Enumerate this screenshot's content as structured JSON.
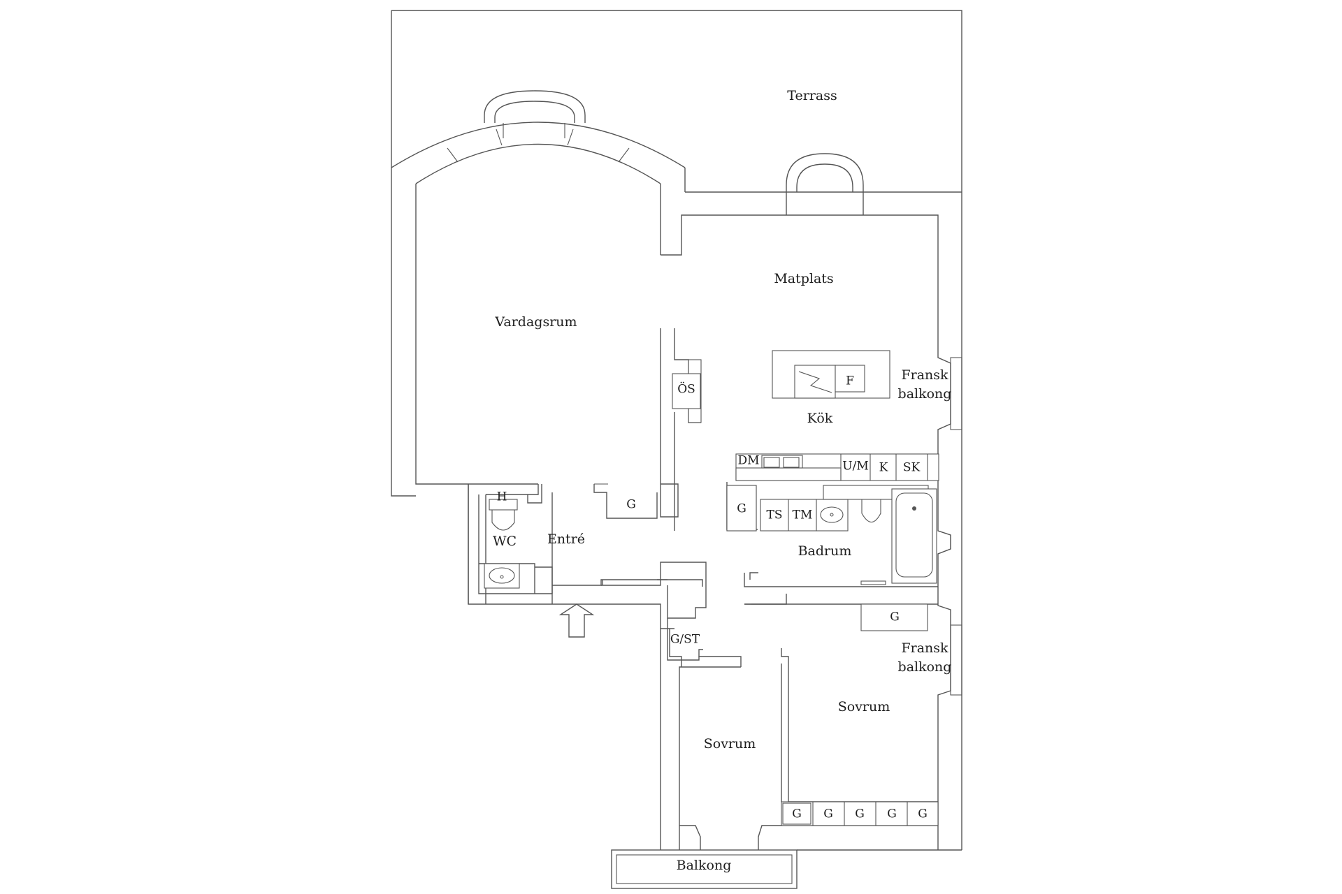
{
  "rooms": {
    "terrace": "Terrass",
    "dining": "Matplats",
    "living": "Vardagsrum",
    "kitchen": "Kök",
    "entry": "Entré",
    "wc": "WC",
    "bathroom": "Badrum",
    "bedroom_left": "Sovrum",
    "bedroom_right": "Sovrum",
    "balcony": "Balkong",
    "french_balcony_1": [
      "Fransk",
      "balkong"
    ],
    "french_balcony_2": [
      "Fransk",
      "balkong"
    ]
  },
  "fixtures": {
    "fireplace": "ÖS",
    "dishwasher": "DM",
    "oven_microwave": "U/M",
    "fridge": "K",
    "freezer": "SK",
    "fridge_island": "F",
    "dryer": "TS",
    "washer": "TM",
    "hat_shelf": "H",
    "wardrobe_storage": "G/ST",
    "wardrobe": "G"
  },
  "colors": {
    "line": "#555555",
    "text": "#1e1e1e",
    "background": "#ffffff"
  }
}
